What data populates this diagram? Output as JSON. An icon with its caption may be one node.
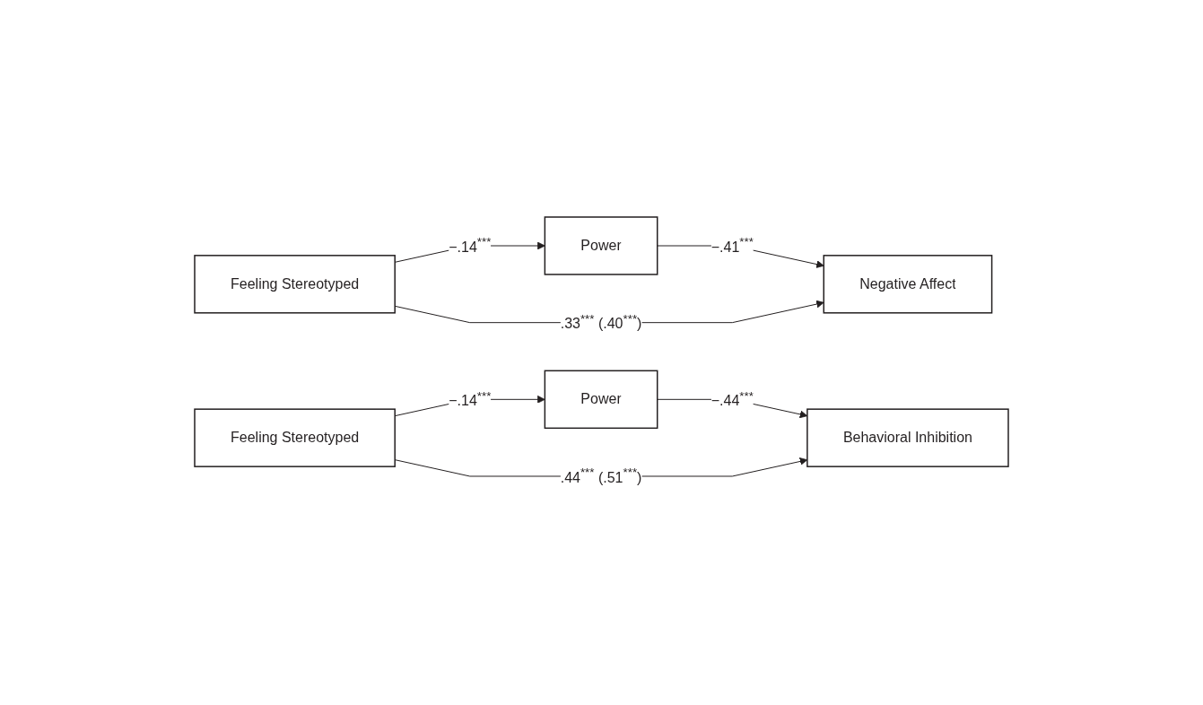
{
  "diagram": {
    "nodes": [
      {
        "text": [
          "Power"
        ]
      },
      {
        "text": [
          "Feeling Stereotyped"
        ]
      },
      {
        "text": [
          "Negative Affect"
        ]
      },
      {
        "text": [
          "Power"
        ]
      },
      {
        "text": [
          "Feeling Stereotyped"
        ]
      },
      {
        "text": [
          "Behavioral Inhibition"
        ]
      }
    ],
    "edges": [
      {
        "from": 1,
        "to": 0,
        "arrow": "to",
        "label": "−.14$^{***}$"
      },
      {
        "from": 0,
        "to": 2,
        "arrow": "to",
        "label": "−.41$^{***}$"
      },
      {
        "from": 1,
        "to": 2,
        "arrow": "to",
        "label": ".33$^{***}$ (.40$^{***}$)"
      },
      {
        "from": 4,
        "to": 3,
        "arrow": "to",
        "label": "−.14$^{***}$"
      },
      {
        "from": 3,
        "to": 5,
        "arrow": "to",
        "label": "−.44$^{***}$"
      },
      {
        "from": 4,
        "to": 5,
        "arrow": "to",
        "label": ".44$^{***}$ (.51$^{***}$)"
      }
    ]
  }
}
